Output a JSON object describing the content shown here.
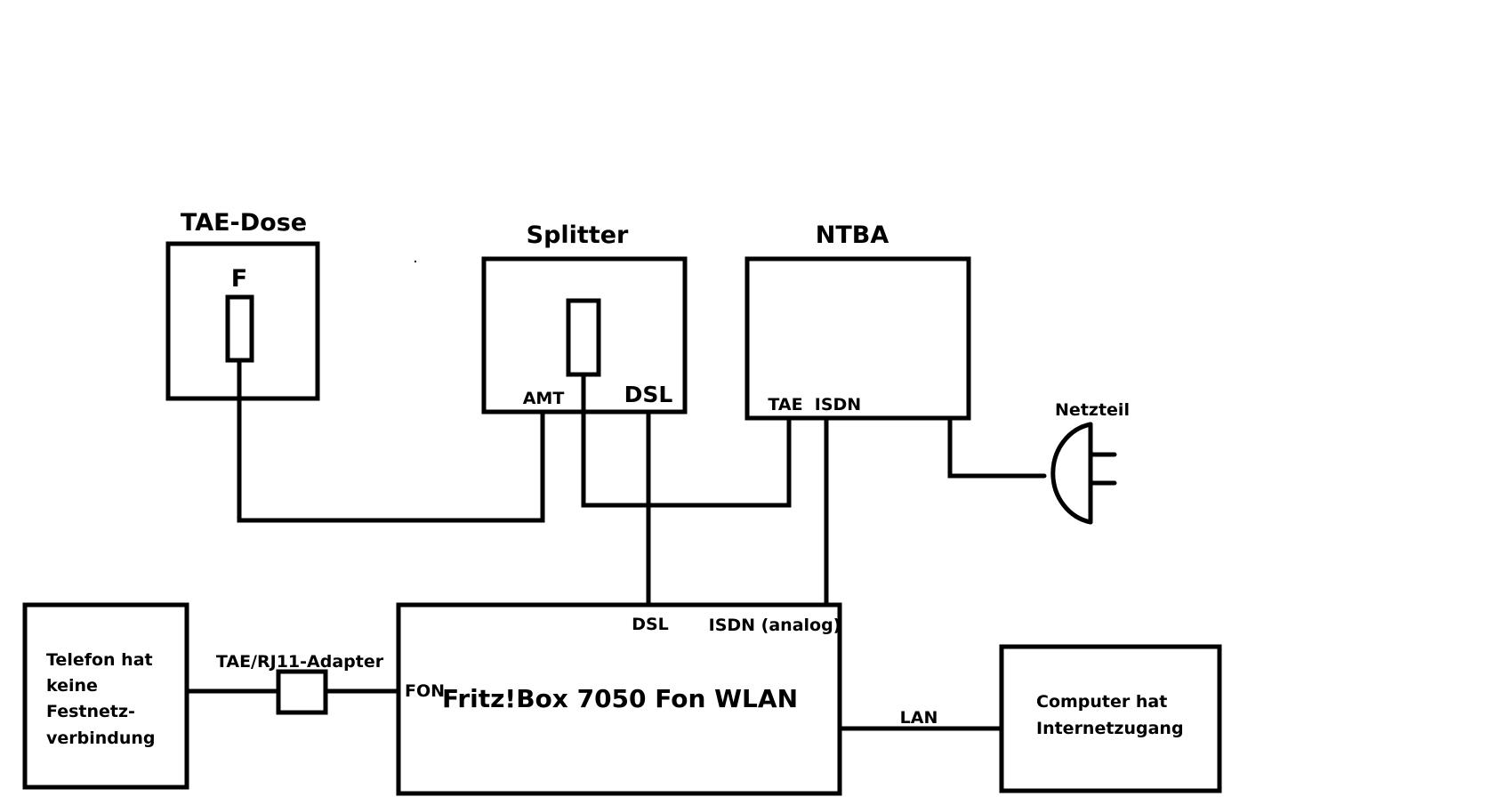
{
  "diagram": {
    "tae_dose": {
      "title": "TAE-Dose",
      "socket_label": "F"
    },
    "splitter": {
      "title": "Splitter",
      "port_amt": "AMT",
      "port_dsl": "DSL"
    },
    "ntba": {
      "title": "NTBA",
      "port_tae": "TAE",
      "port_isdn": "ISDN"
    },
    "power": {
      "label": "Netzteil"
    },
    "telephone": {
      "lines": [
        "Telefon hat",
        "keine",
        "Festnetz-",
        "verbindung"
      ]
    },
    "adapter": {
      "label": "TAE/RJ11-Adapter"
    },
    "fritzbox": {
      "title": "Fritz!Box 7050 Fon WLAN",
      "port_fon": "FON",
      "port_dsl": "DSL",
      "port_isdn": "ISDN (analog)"
    },
    "lan": {
      "label": "LAN"
    },
    "computer": {
      "lines": [
        "Computer hat",
        "Internetzugang"
      ]
    }
  }
}
